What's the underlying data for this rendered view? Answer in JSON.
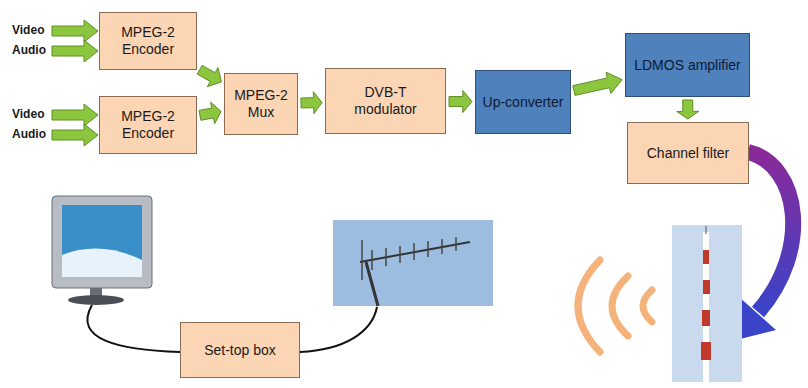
{
  "diagram": {
    "nodes": [
      {
        "text": [
          "MPEG-2 Encoder"
        ]
      },
      {
        "text": [
          "MPEG-2 Encoder"
        ]
      },
      {
        "text": [
          "MPEG-2 Mux"
        ]
      },
      {
        "text": [
          "DVB-T modulator"
        ]
      },
      {
        "text": [
          "Up-converter"
        ]
      },
      {
        "text": [
          "LDMOS amplifier"
        ]
      },
      {
        "text": [
          "Channel filter"
        ]
      },
      {
        "text": [
          "Set-top box"
        ]
      }
    ],
    "edges": [
      {
        "from": 0,
        "to": 2,
        "arrow": "to"
      },
      {
        "from": 1,
        "to": 2,
        "arrow": "to"
      },
      {
        "from": 2,
        "to": 3,
        "arrow": "to"
      },
      {
        "from": 3,
        "to": 4,
        "arrow": "to"
      },
      {
        "from": 4,
        "to": 5,
        "arrow": "to"
      },
      {
        "from": 5,
        "to": 6,
        "arrow": "to"
      }
    ],
    "labels": [
      "Video",
      "Audio",
      "Video",
      "Audio"
    ]
  }
}
